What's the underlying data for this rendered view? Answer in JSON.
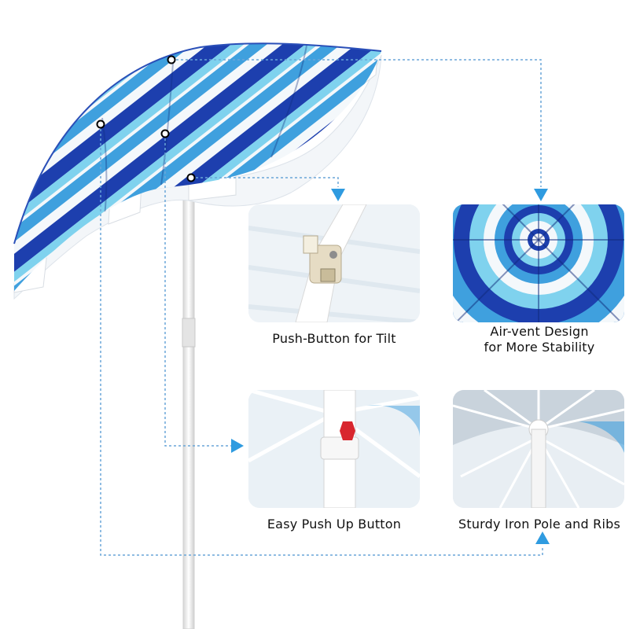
{
  "features": {
    "tilt": {
      "caption": "Push-Button for Tilt"
    },
    "vent": {
      "caption_line1": "Air-vent Design",
      "caption_line2": "for More Stability"
    },
    "push_up": {
      "caption": "Easy Push Up Button"
    },
    "pole": {
      "caption": "Sturdy Iron Pole and Ribs"
    }
  },
  "colors": {
    "navy_stripe": "#1d3fae",
    "sky_stripe": "#3fa0de",
    "aqua_stripe": "#7fd2ee",
    "white_stripe": "#f4f8fb",
    "callout_line": "#6aa6d8",
    "arrow": "#2f9be0",
    "pole": "#f2f2f2",
    "red_button": "#d8262e"
  },
  "icons": {
    "callout_dot": "ring-dot-icon",
    "callout_arrow": "down-triangle-arrow-icon",
    "callout_arrow_right": "right-triangle-arrow-icon",
    "callout_arrow_up": "up-triangle-arrow-icon"
  }
}
